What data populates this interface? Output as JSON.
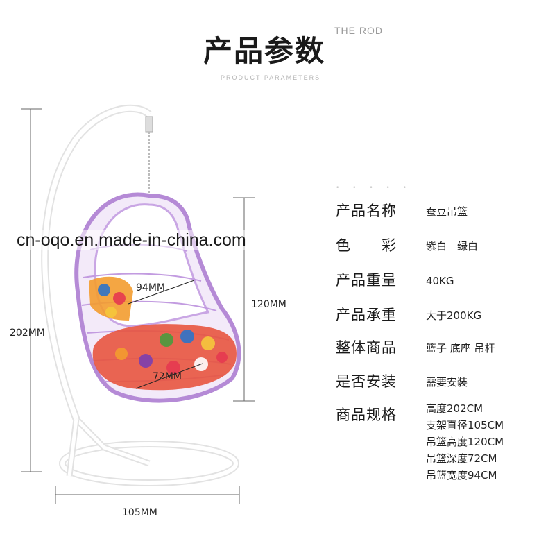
{
  "header": {
    "title": "产品参数",
    "title_en": "THE ROD",
    "subtitle": "PRODUCT PARAMETERS"
  },
  "watermark": "cn-oqo.en.made-in-china.com",
  "dimensions": {
    "height": "202MM",
    "width_base": "105MM",
    "basket_height": "120MM",
    "basket_width": "94MM",
    "basket_depth": "72MM"
  },
  "params": [
    {
      "label": "产品名称",
      "value": "蚕豆吊篮"
    },
    {
      "label": "色　　彩",
      "value": "紫白　绿白"
    },
    {
      "label": "产品重量",
      "value": "40KG"
    },
    {
      "label": "产品承重",
      "value": "大于200KG"
    },
    {
      "label": "整体商品",
      "value": "篮子 底座 吊杆"
    },
    {
      "label": "是否安装",
      "value": "需要安装"
    },
    {
      "label": "商品规格",
      "value": "高度202CM\n支架直径105CM\n吊篮高度120CM\n吊篮深度72CM\n吊篮宽度94CM"
    }
  ],
  "colors": {
    "frame": "#ffffff",
    "frame_stroke": "#d9d9d9",
    "rattan": "#b58ad6",
    "dimension_line": "#555555"
  }
}
